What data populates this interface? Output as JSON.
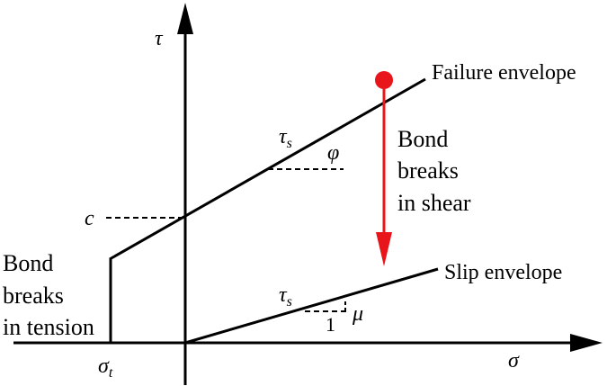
{
  "axes": {
    "y_symbol": "τ",
    "x_symbol": "σ",
    "tension_strength": {
      "base": "σ",
      "sub": "t"
    }
  },
  "failure_envelope": {
    "label": "Failure envelope",
    "cohesion": "c",
    "stress_label": {
      "base": "τ",
      "sub": "s"
    },
    "friction_angle": "φ"
  },
  "slip_envelope": {
    "label": "Slip envelope",
    "stress_label": {
      "base": "τ",
      "sub": "s"
    },
    "slope_run": "1",
    "slope_rise": "μ"
  },
  "annotations": {
    "shear_break": [
      "Bond",
      "breaks",
      "in shear"
    ],
    "tension_break": [
      "Bond",
      "breaks",
      "in tension"
    ]
  },
  "colors": {
    "lines": "#000000",
    "highlight": "#e8151b"
  }
}
